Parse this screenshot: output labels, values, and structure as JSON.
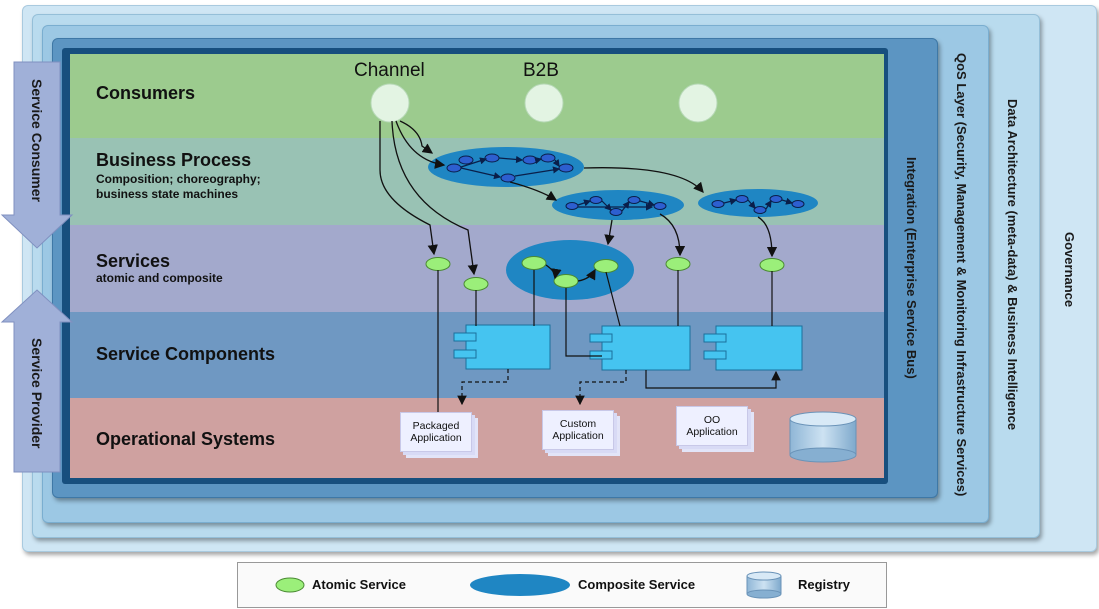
{
  "frames": {
    "governance": "Governance",
    "data_architecture": "Data Architecture (meta-data) & Business Intelligence",
    "qos": "QoS Layer (Security, Management & Monitoring Infrastructure Services)",
    "integration": "Integration (Enterprise Service Bus)",
    "service_consumer": "Service Consumer",
    "service_provider": "Service Provider"
  },
  "layers": {
    "consumers": {
      "title": "Consumers",
      "channel": "Channel",
      "b2b": "B2B"
    },
    "business_process": {
      "title": "Business Process",
      "sub1": "Composition; choreography;",
      "sub2": "business state machines"
    },
    "services": {
      "title": "Services",
      "sub": "atomic and composite"
    },
    "service_components": {
      "title": "Service Components"
    },
    "operational_systems": {
      "title": "Operational Systems",
      "apps": [
        "Packaged Application",
        "Custom Application",
        "OO Application"
      ]
    }
  },
  "legend": {
    "atomic": "Atomic Service",
    "composite": "Composite Service",
    "registry": "Registry"
  },
  "colors": {
    "consumers": "#9ccb8e",
    "business_process": "#99c2b4",
    "services": "#a3a9cc",
    "service_components": "#6f98c2",
    "operational_systems": "#cfa1a0",
    "atomic": "#9bef7a",
    "composite": "#1f86c3",
    "component": "#45c4f0"
  }
}
